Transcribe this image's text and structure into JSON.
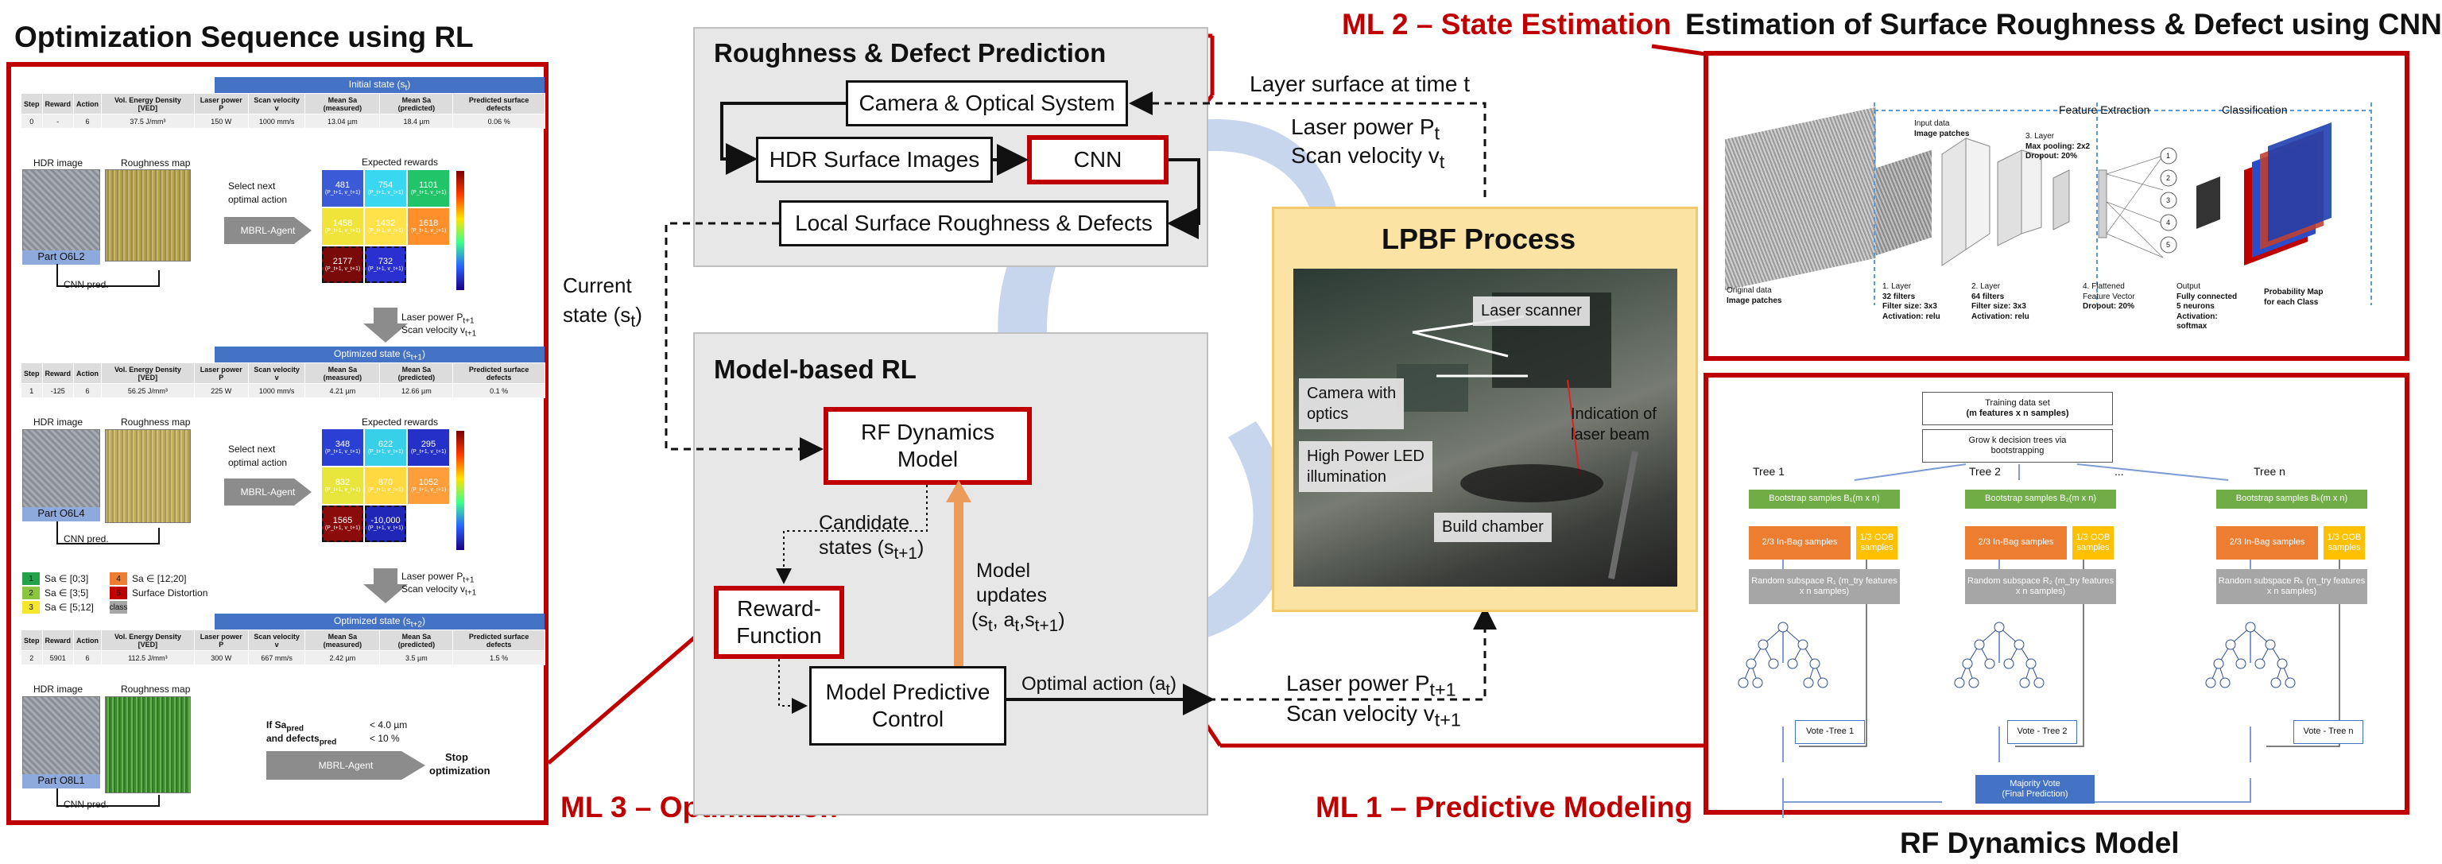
{
  "titles": {
    "optimization_sequence": "Optimization Sequence using RL",
    "ml2": "ML 2 – State Estimation",
    "cnn_title": "Estimation of Surface Roughness & Defect using CNN",
    "ml3": "ML 3 – Optimization",
    "ml1": "ML 1 – Predictive Modeling",
    "rf_title": "RF Dynamics Model"
  },
  "colors": {
    "accent_red": "#c00000",
    "blue": "#4472c4",
    "lpbf_bg": "#fbe3a3",
    "gray_box": "#e7e7e7"
  },
  "center": {
    "roughness_header": "Roughness & Defect Prediction",
    "camera": "Camera & Optical System",
    "hdr": "HDR Surface Images",
    "cnn": "CNN",
    "local": "Local Surface Roughness & Defects",
    "layer_surface": "Layer surface at time t",
    "laser_power_t": "Laser power P",
    "laser_power_t_sub": "t",
    "scan_velocity_t": "Scan velocity v",
    "scan_velocity_t_sub": "t",
    "current_state": "Current",
    "current_state2": "state (s",
    "current_state2_sub": "t",
    "current_state2_end": ")",
    "model_rl_header": "Model-based RL",
    "rf_model_1": "RF Dynamics",
    "rf_model_2": "Model",
    "candidate": "Candidate",
    "candidate2": "states (s",
    "candidate2_sub": "t+1",
    "candidate2_end": ")",
    "reward_1": "Reward-",
    "reward_2": "Function",
    "model_updates_1": "Model",
    "model_updates_2": "updates",
    "model_updates_3": "(s",
    "model_updates_3b": "t",
    "model_updates_3c": ", a",
    "model_updates_3d": "t",
    "model_updates_3e": ",s",
    "model_updates_3f": "t+1",
    "model_updates_3g": ")",
    "mpc_1": "Model Predictive",
    "mpc_2": "Control",
    "optimal_action": "Optimal action (a",
    "optimal_action_sub": "t",
    "optimal_action_end": ")",
    "laser_power_t1": "Laser power P",
    "laser_power_t1_sub": "t+1",
    "scan_velocity_t1": "Scan velocity v",
    "scan_velocity_t1_sub": "t+1",
    "lpbf_title": "LPBF Process",
    "photo_labels": {
      "laser_scanner": "Laser scanner",
      "camera_optics_1": "Camera with",
      "camera_optics_2": "optics",
      "indication_1": "Indication of",
      "indication_2": "laser beam",
      "led_1": "High Power LED",
      "led_2": "illumination",
      "build_chamber": "Build chamber"
    }
  },
  "left": {
    "table_headers": [
      "Step",
      "Reward",
      "Action",
      "Vol. Energy Density [VED]",
      "Laser power P",
      "Scan velocity v",
      "Mean Sa (measured)",
      "Mean Sa (predicted)",
      "Predicted surface defects"
    ],
    "band1": "Initial state (s",
    "band1_sub": "t",
    "band1_end": ")",
    "band2": "Optimized state (s",
    "band2_sub": "t+1",
    "band2_end": ")",
    "band3": "Optimized state (s",
    "band3_sub": "t+2",
    "band3_end": ")",
    "rows": [
      [
        "0",
        "-",
        "6",
        "37.5 J/mm³",
        "150 W",
        "1000 mm/s",
        "13.04 µm",
        "18.4 µm",
        "0.06 %"
      ],
      [
        "1",
        "-125",
        "6",
        "56.25 J/mm³",
        "225 W",
        "1000 mm/s",
        "4.21 µm",
        "12.66 µm",
        "0.1 %"
      ],
      [
        "2",
        "5901",
        "6",
        "112.5 J/mm³",
        "300 W",
        "667 mm/s",
        "2.42 µm",
        "3.5 µm",
        "1.5 %"
      ]
    ],
    "hdr_image": "HDR image",
    "roughness_map": "Roughness map",
    "parts": [
      "Part O6L2",
      "Part O6L4",
      "Part O8L1"
    ],
    "cnn_pred": "CNN pred.",
    "select_1": "Select next",
    "select_2": "optimal action",
    "mbrl_agent": "MBRL-Agent",
    "expected_rewards": "Expected rewards",
    "grid1": [
      "481",
      "754",
      "1101",
      "1458",
      "1432",
      "1618",
      "2177",
      "732",
      ""
    ],
    "grid2": [
      "348",
      "622",
      "295",
      "832",
      "870",
      "1052",
      "1565",
      "-10,000",
      ""
    ],
    "grid_sub": "(P_t+1, v_t+1)",
    "arrow_label_1": "Laser power P",
    "arrow_label_1_sub": "t+1",
    "arrow_label_2": "Scan velocity v",
    "arrow_label_2_sub": "t+1",
    "legend": [
      {
        "k": "1",
        "t": "Sa ∈ [0;3]",
        "c": "#22a24a"
      },
      {
        "k": "2",
        "t": "Sa ∈ [3;5]",
        "c": "#8cc63f"
      },
      {
        "k": "3",
        "t": "Sa ∈ [5;12]",
        "c": "#f5e52b"
      },
      {
        "k": "4",
        "t": "Sa ∈ [12;20]",
        "c": "#ed7d31"
      },
      {
        "k": "5",
        "t": "Surface Distortion",
        "c": "#c00000"
      },
      {
        "k": "class",
        "t": "",
        "c": "#a6a6a6"
      }
    ],
    "if_sa": "If Sa",
    "if_sa_sub": "pred",
    "and_defects": "and defects",
    "and_defects_sub": "pred",
    "cond1": "< 4.0 µm",
    "cond2": "< 10 %",
    "stop_1": "Stop",
    "stop_2": "optimization"
  },
  "cnn_panel": {
    "feature_extraction": "Feature Extraction",
    "classification": "Classification",
    "input_data": "Input data",
    "image_patches": "Image patches",
    "layer3": "3. Layer",
    "max_pooling": "Max pooling: 2x2",
    "dropout": "Dropout: 20%",
    "original_data": "Original data",
    "original_patches": "Image patches",
    "l1_title": "1.   Layer",
    "l1_a": "32 filters",
    "l1_b": "Filter size: 3x3",
    "l1_c": "Activation: relu",
    "l2_title": "2. Layer",
    "l2_a": "64 filters",
    "l2_b": "Filter size: 3x3",
    "l2_c": "Activation: relu",
    "l4_title": "4. Flattened",
    "l4_a": "Feature Vector",
    "l4_b": "Dropout: 20%",
    "out_title": "Output",
    "out_a": "Fully connected",
    "out_b": "5 neurons",
    "out_c": "Activation:",
    "out_d": "softmax",
    "prob_1": "Probability Map",
    "prob_2": "for each Class"
  },
  "rf_panel": {
    "training_1": "Training data set",
    "training_2": "(m features x n samples)",
    "grow_1": "Grow k decision trees via",
    "grow_2": "bootstrapping",
    "trees": [
      "Tree 1",
      "Tree 2",
      "...",
      "Tree n"
    ],
    "bootstrap": [
      "Bootstrap samples B₁(m x n)",
      "Bootstrap samples B₂(m x n)",
      "Bootstrap samples Bₖ(m x n)"
    ],
    "inbag": "2/3 In-Bag samples",
    "oob": "1/3 OOB samples",
    "subspace": [
      "Random subspace R₁ (m_try features x n samples)",
      "Random subspace R₂ (m_try features x n samples)",
      "Random subspace Rₖ (m_try features x n samples)"
    ],
    "votes": [
      "Vote -Tree 1",
      "Vote - Tree 2",
      "Vote - Tree n"
    ],
    "majority_1": "Majority Vote",
    "majority_2": "(Final  Prediction)"
  }
}
